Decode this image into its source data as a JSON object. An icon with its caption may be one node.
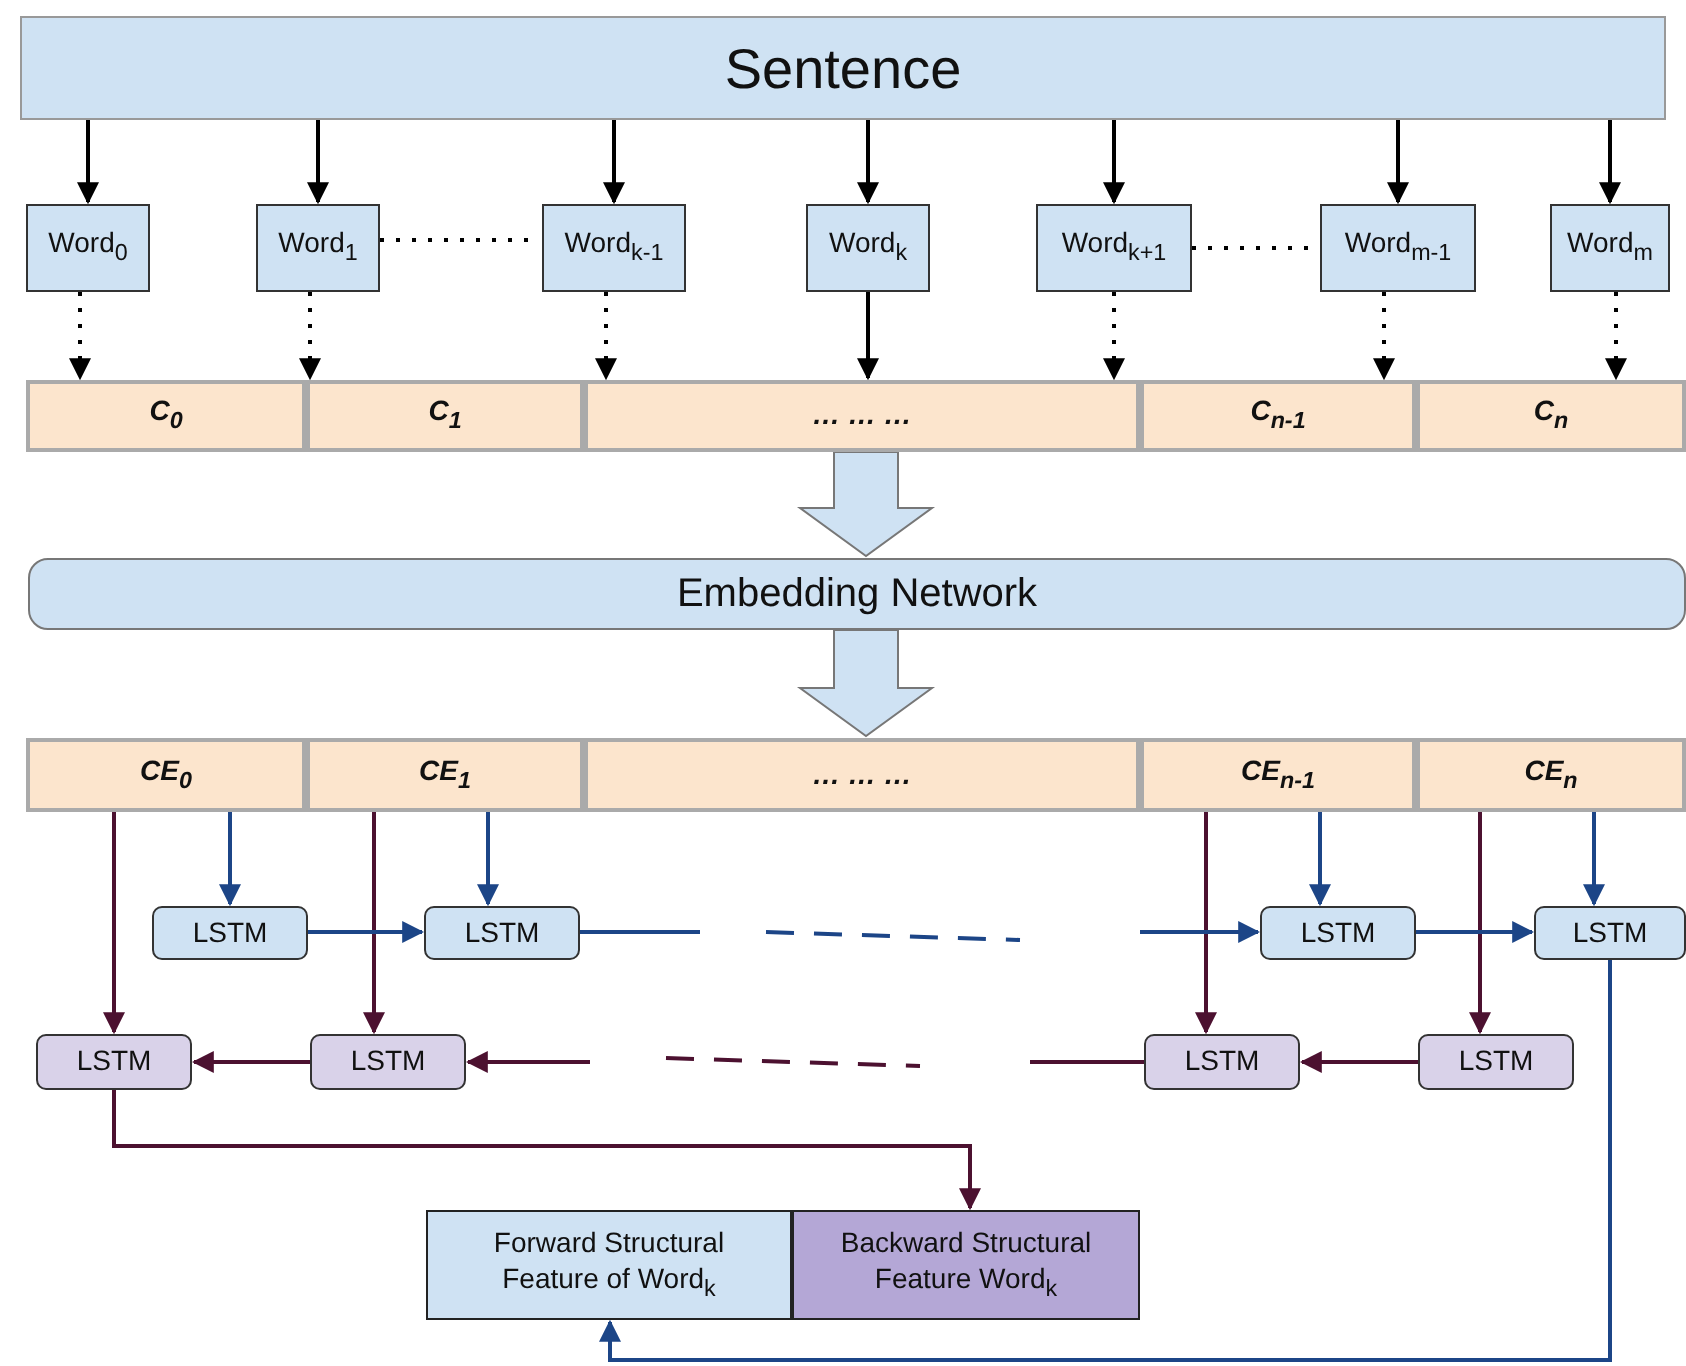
{
  "diagram": {
    "nodes": [
      {
        "text": [
          "Sentence"
        ]
      },
      {
        "text": [
          "Word$_{0}$"
        ]
      },
      {
        "text": [
          "Word$_{1}$"
        ]
      },
      {
        "text": [
          "Word$_{k-1}$"
        ]
      },
      {
        "text": [
          "Word$_{k}$"
        ]
      },
      {
        "text": [
          "Word$_{k+1}$"
        ]
      },
      {
        "text": [
          "Word$_{m-1}$"
        ]
      },
      {
        "text": [
          "Word$_{m}$"
        ]
      },
      {
        "text": [
          "C$_{0}$"
        ]
      },
      {
        "text": [
          "C$_{1}$"
        ]
      },
      {
        "text": [
          "… … …"
        ]
      },
      {
        "text": [
          "C$_{n-1}$"
        ]
      },
      {
        "text": [
          "C$_{n}$"
        ]
      },
      {
        "text": [
          "Embedding Network"
        ]
      },
      {
        "text": [
          "CE$_{0}$"
        ]
      },
      {
        "text": [
          "CE$_{1}$"
        ]
      },
      {
        "text": [
          "… … …"
        ]
      },
      {
        "text": [
          "CE$_{n-1}$"
        ]
      },
      {
        "text": [
          "CE$_{n}$"
        ]
      },
      {
        "text": [
          "LSTM"
        ]
      },
      {
        "text": [
          "LSTM"
        ]
      },
      {
        "text": [
          "LSTM"
        ]
      },
      {
        "text": [
          "LSTM"
        ]
      },
      {
        "text": [
          "LSTM"
        ]
      },
      {
        "text": [
          "LSTM"
        ]
      },
      {
        "text": [
          "LSTM"
        ]
      },
      {
        "text": [
          "LSTM"
        ]
      },
      {
        "text": [
          "Forward Structural Feature of Word$_{k}$"
        ]
      },
      {
        "text": [
          "Backward Structural Feature Word$_{k}$"
        ]
      }
    ],
    "edges": [
      {
        "from": 0,
        "to": 1,
        "arrow": "to"
      },
      {
        "from": 0,
        "to": 2,
        "arrow": "to"
      },
      {
        "from": 0,
        "to": 3,
        "arrow": "to"
      },
      {
        "from": 0,
        "to": 4,
        "arrow": "to"
      },
      {
        "from": 0,
        "to": 5,
        "arrow": "to"
      },
      {
        "from": 0,
        "to": 6,
        "arrow": "to"
      },
      {
        "from": 0,
        "to": 7,
        "arrow": "to"
      },
      {
        "from": 2,
        "to": 3,
        "arrow": "none",
        "style": "dashed"
      },
      {
        "from": 5,
        "to": 6,
        "arrow": "none",
        "style": "dashed"
      },
      {
        "from": 1,
        "to": 8,
        "arrow": "to",
        "style": "dashed"
      },
      {
        "from": 2,
        "to": 9,
        "arrow": "to",
        "style": "dashed"
      },
      {
        "from": 3,
        "to": 10,
        "arrow": "to",
        "style": "dashed"
      },
      {
        "from": 4,
        "to": 10,
        "arrow": "to"
      },
      {
        "from": 5,
        "to": 10,
        "arrow": "to",
        "style": "dashed"
      },
      {
        "from": 6,
        "to": 11,
        "arrow": "to",
        "style": "dashed"
      },
      {
        "from": 7,
        "to": 12,
        "arrow": "to",
        "style": "dashed"
      },
      {
        "from": 10,
        "to": 13,
        "arrow": "to",
        "style": "thick"
      },
      {
        "from": 13,
        "to": 16,
        "arrow": "to",
        "style": "thick"
      },
      {
        "from": 14,
        "to": 19,
        "arrow": "to",
        "color": "#1c4587"
      },
      {
        "from": 14,
        "to": 23,
        "arrow": "to",
        "color": "#4c1130"
      },
      {
        "from": 15,
        "to": 20,
        "arrow": "to",
        "color": "#1c4587"
      },
      {
        "from": 15,
        "to": 24,
        "arrow": "to",
        "color": "#4c1130"
      },
      {
        "from": 17,
        "to": 21,
        "arrow": "to",
        "color": "#1c4587"
      },
      {
        "from": 17,
        "to": 25,
        "arrow": "to",
        "color": "#4c1130"
      },
      {
        "from": 18,
        "to": 22,
        "arrow": "to",
        "color": "#1c4587"
      },
      {
        "from": 18,
        "to": 26,
        "arrow": "to",
        "color": "#4c1130"
      },
      {
        "from": 19,
        "to": 20,
        "arrow": "to",
        "color": "#1c4587"
      },
      {
        "from": 20,
        "to": null,
        "arrow": "none",
        "color": "#1c4587"
      },
      {
        "from": null,
        "to": 21,
        "arrow": "to",
        "color": "#1c4587"
      },
      {
        "from": 21,
        "to": 22,
        "arrow": "to",
        "color": "#1c4587"
      },
      {
        "from": 24,
        "to": 23,
        "arrow": "to",
        "color": "#4c1130"
      },
      {
        "from": 25,
        "to": null,
        "arrow": "none",
        "color": "#4c1130"
      },
      {
        "from": null,
        "to": 24,
        "arrow": "to",
        "color": "#4c1130"
      },
      {
        "from": 26,
        "to": 25,
        "arrow": "to",
        "color": "#4c1130"
      },
      {
        "from": 22,
        "to": 27,
        "arrow": "to",
        "color": "#1c4587"
      },
      {
        "from": 23,
        "to": 28,
        "arrow": "to",
        "color": "#4c1130"
      }
    ]
  }
}
